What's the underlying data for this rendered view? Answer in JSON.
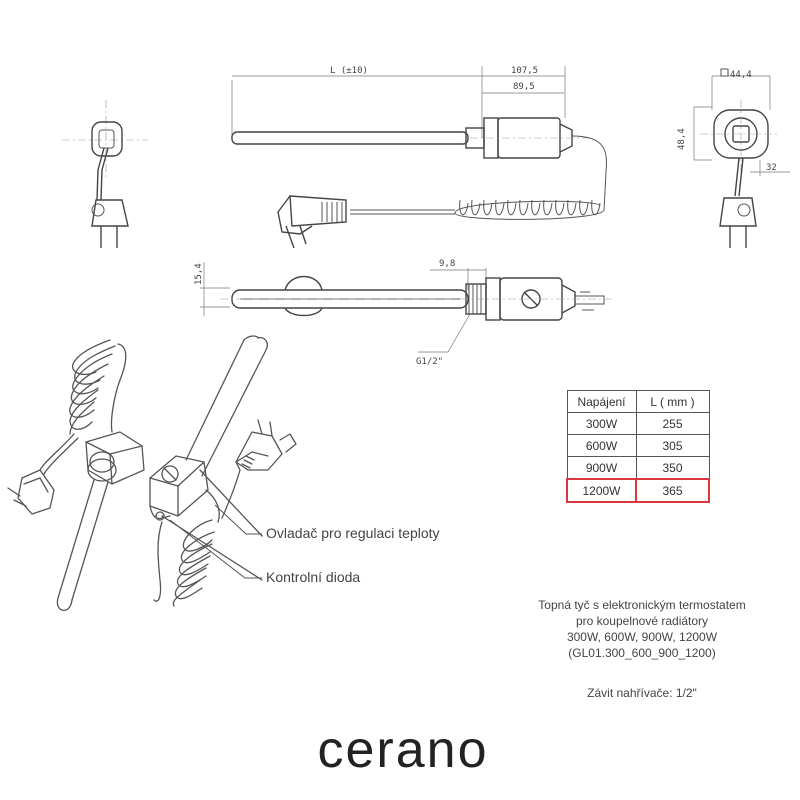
{
  "dimensions": {
    "length_L": "L (±10)",
    "d_107_5": "107,5",
    "d_89_5": "89,5",
    "d_44_4": "44,4",
    "d_48_4": "48,4",
    "d_32": "32",
    "d_15_4": "15,4",
    "d_9_8": "9,8",
    "thread_note": "G1/2\""
  },
  "table": {
    "headers": [
      "Napájení",
      "L ( mm )"
    ],
    "rows": [
      {
        "power": "300W",
        "length": "255"
      },
      {
        "power": "600W",
        "length": "305"
      },
      {
        "power": "900W",
        "length": "350"
      },
      {
        "power": "1200W",
        "length": "365"
      }
    ],
    "highlight_color": "#d9363e"
  },
  "callouts": {
    "thermostat": "Ovladač pro regulaci teploty",
    "diode": "Kontrolní dioda"
  },
  "description": {
    "line1": "Topná tyč s elektronickým termostatem",
    "line2": "pro koupelnové radiátory",
    "line3": "300W, 600W, 900W, 1200W",
    "line4": "(GL01.300_600_900_1200)",
    "thread": "Závit nahřívače: 1/2\""
  },
  "brand": "cerano"
}
